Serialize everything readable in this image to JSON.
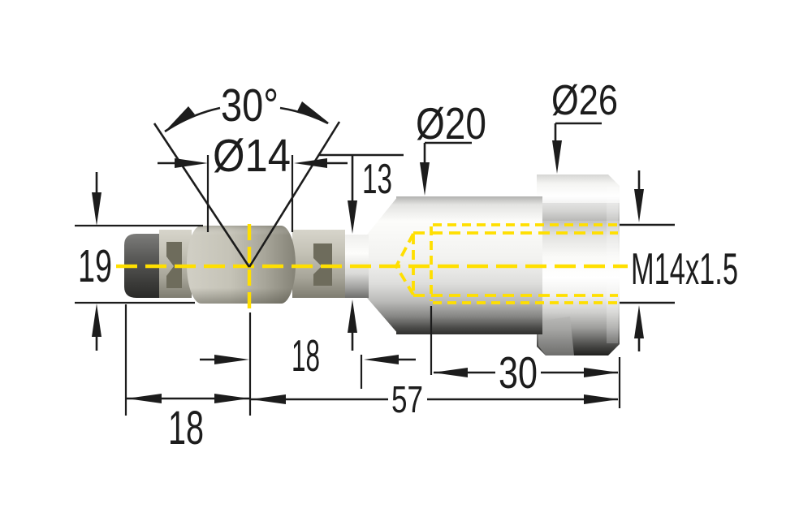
{
  "drawing": {
    "title": "Ball joint socket with threaded bore - dimensioned technical drawing",
    "dims": {
      "cone_angle": "30°",
      "ball_diameter": "Ø14",
      "neck_diameter": "13",
      "stud_height": "19",
      "barrel_diameter": "Ø20",
      "hex_diameter": "Ø26",
      "thread_spec": "M14x1.5",
      "center_offset": "18",
      "stud_length": "18",
      "overall_length": "57",
      "thread_depth": "30"
    },
    "colors": {
      "line_black": "#1c1c1c",
      "centerline_yellow": "#ffdf00",
      "metal_light": "#ffffff",
      "metal_dark": "#262624",
      "ball_gray": "#c5c3b7"
    }
  }
}
